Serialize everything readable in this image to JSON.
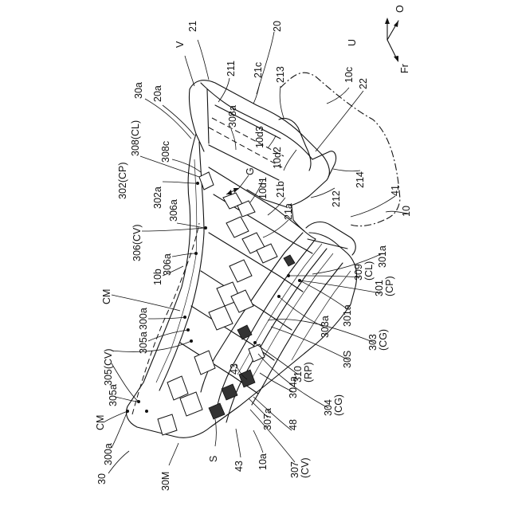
{
  "figure": {
    "labels": [
      {
        "id": "lbl-21",
        "text": "21"
      },
      {
        "id": "lbl-20",
        "text": "20"
      },
      {
        "id": "lbl-V",
        "text": "V"
      },
      {
        "id": "lbl-211",
        "text": "211"
      },
      {
        "id": "lbl-21c",
        "text": "21c"
      },
      {
        "id": "lbl-213",
        "text": "213"
      },
      {
        "id": "lbl-10c",
        "text": "10c"
      },
      {
        "id": "lbl-22",
        "text": "22"
      },
      {
        "id": "lbl-30a",
        "text": "30a"
      },
      {
        "id": "lbl-20a",
        "text": "20a"
      },
      {
        "id": "lbl-308CL",
        "text": "308(CL)"
      },
      {
        "id": "lbl-302CP",
        "text": "302(CP)"
      },
      {
        "id": "lbl-308c",
        "text": "308c"
      },
      {
        "id": "lbl-308a",
        "text": "308a"
      },
      {
        "id": "lbl-10d3",
        "text": "10d3"
      },
      {
        "id": "lbl-10d2",
        "text": "10d2"
      },
      {
        "id": "lbl-G",
        "text": "G"
      },
      {
        "id": "lbl-10d1",
        "text": "10d1"
      },
      {
        "id": "lbl-21b",
        "text": "21b"
      },
      {
        "id": "lbl-21a",
        "text": "21a"
      },
      {
        "id": "lbl-212",
        "text": "212"
      },
      {
        "id": "lbl-214",
        "text": "214"
      },
      {
        "id": "lbl-41",
        "text": "41"
      },
      {
        "id": "lbl-10",
        "text": "10"
      },
      {
        "id": "lbl-302a",
        "text": "302a"
      },
      {
        "id": "lbl-306CV",
        "text": "306(CV)"
      },
      {
        "id": "lbl-306a-1",
        "text": "306a"
      },
      {
        "id": "lbl-306a-2",
        "text": "306a"
      },
      {
        "id": "lbl-10b",
        "text": "10b"
      },
      {
        "id": "lbl-301a-1",
        "text": "301a"
      },
      {
        "id": "lbl-309CL",
        "text": "309\n(CL)"
      },
      {
        "id": "lbl-301CP",
        "text": "301\n(CP)"
      },
      {
        "id": "lbl-301a-2",
        "text": "301a"
      },
      {
        "id": "lbl-CM-1",
        "text": "CM"
      },
      {
        "id": "lbl-300a-1",
        "text": "300a"
      },
      {
        "id": "lbl-305a-1",
        "text": "305a"
      },
      {
        "id": "lbl-305CV",
        "text": "305(CV)"
      },
      {
        "id": "lbl-303a",
        "text": "303a"
      },
      {
        "id": "lbl-303CG",
        "text": "303\n(CG)"
      },
      {
        "id": "lbl-43-1",
        "text": "43"
      },
      {
        "id": "lbl-30S",
        "text": "30S"
      },
      {
        "id": "lbl-310RP",
        "text": "310\n(RP)"
      },
      {
        "id": "lbl-304a",
        "text": "304a"
      },
      {
        "id": "lbl-304CG",
        "text": "304\n(CG)"
      },
      {
        "id": "lbl-305a-2",
        "text": "305a"
      },
      {
        "id": "lbl-CM-2",
        "text": "CM"
      },
      {
        "id": "lbl-300a-2",
        "text": "300a"
      },
      {
        "id": "lbl-30",
        "text": "30"
      },
      {
        "id": "lbl-30M",
        "text": "30M"
      },
      {
        "id": "lbl-S",
        "text": "S"
      },
      {
        "id": "lbl-43-2",
        "text": "43"
      },
      {
        "id": "lbl-10a",
        "text": "10a"
      },
      {
        "id": "lbl-307a",
        "text": "307a"
      },
      {
        "id": "lbl-48",
        "text": "48"
      },
      {
        "id": "lbl-307CV",
        "text": "307\n(CV)"
      }
    ],
    "axes": {
      "o": "O",
      "u": "U",
      "fr": "Fr"
    }
  }
}
